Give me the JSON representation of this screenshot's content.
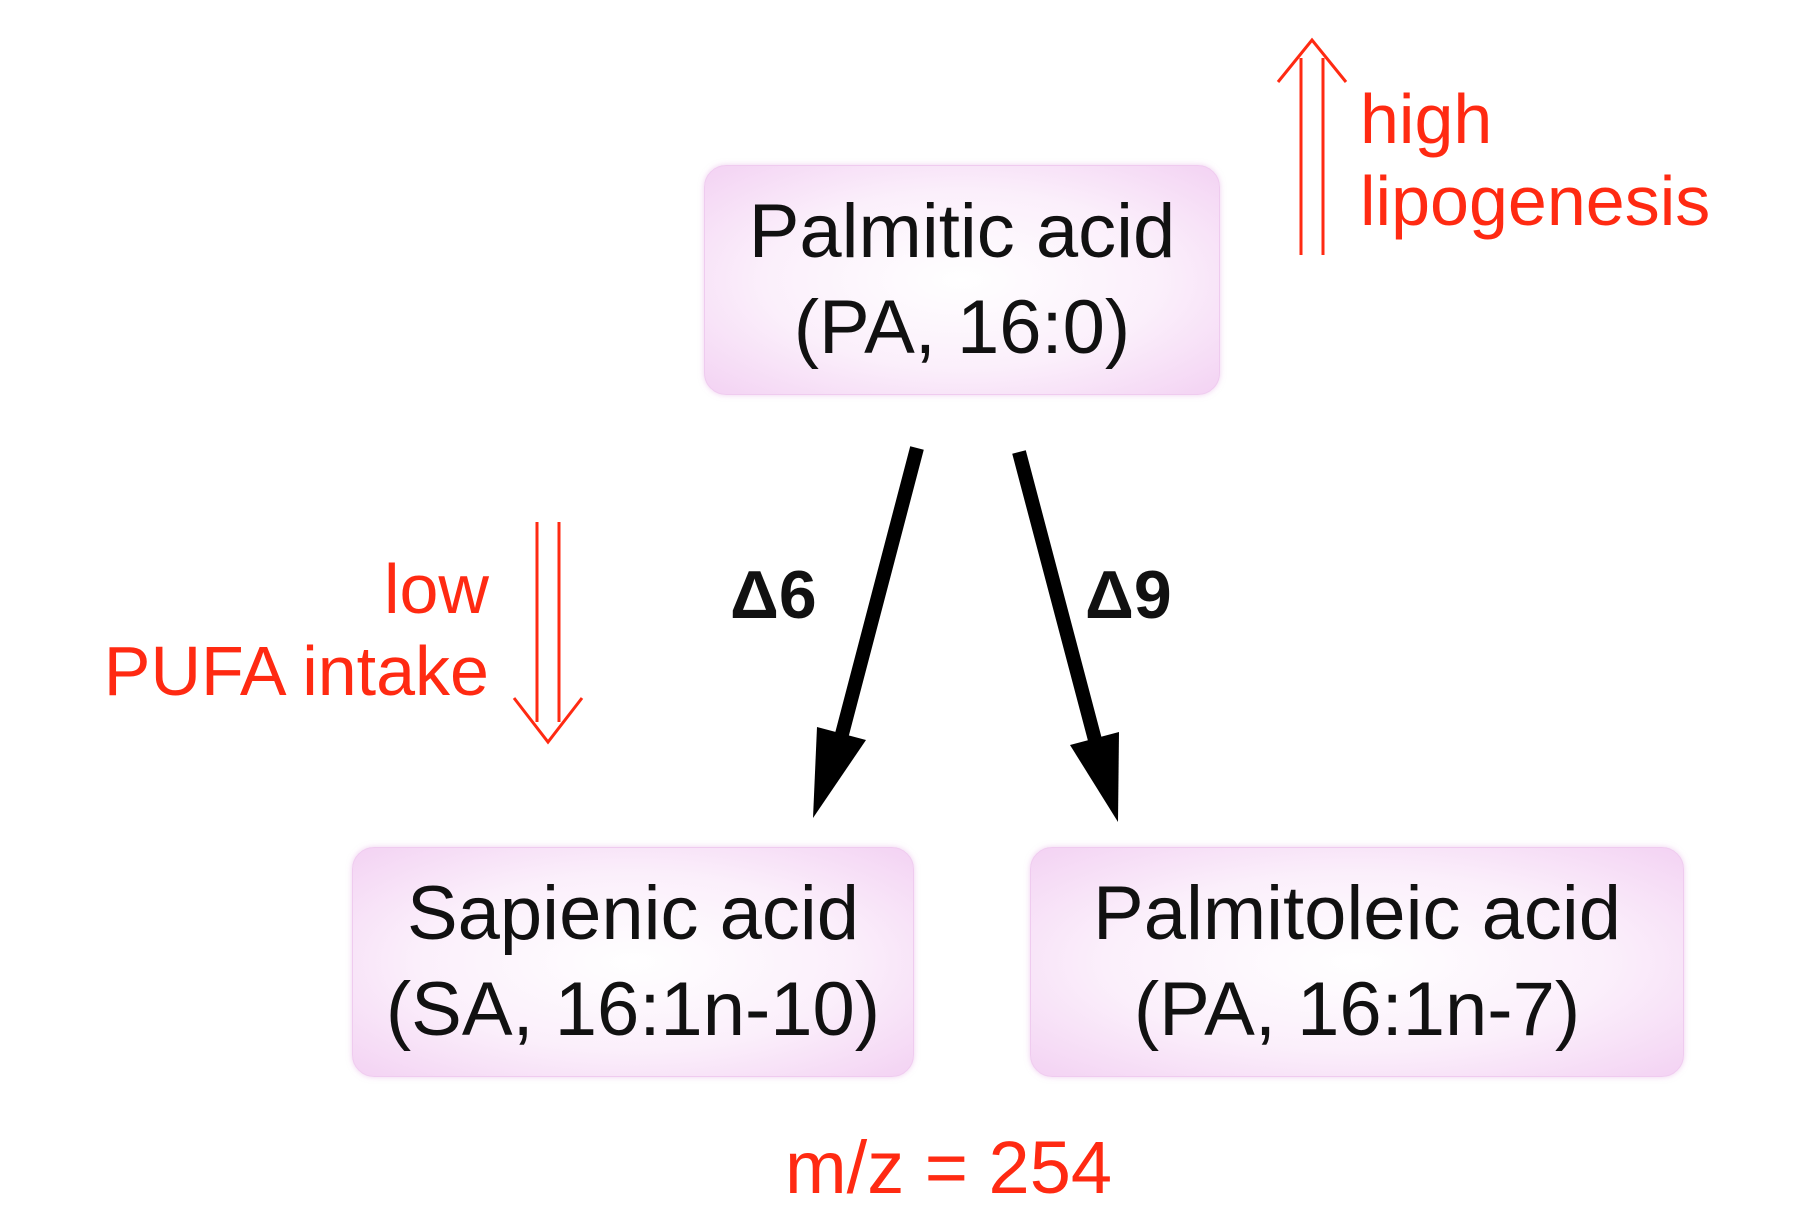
{
  "nodes": {
    "palmitic": {
      "name": "Palmitic acid",
      "detail": "(PA, 16:0)"
    },
    "sapienic": {
      "name": "Sapienic acid",
      "detail": "(SA, 16:1n-10)"
    },
    "palmitoleic": {
      "name": "Palmitoleic acid",
      "detail": "(PA, 16:1n-7)"
    }
  },
  "edges": {
    "delta6": {
      "label": "Δ6",
      "from": "Palmitic acid",
      "to": "Sapienic acid"
    },
    "delta9": {
      "label": "Δ9",
      "from": "Palmitic acid",
      "to": "Palmitoleic acid"
    }
  },
  "annotations": {
    "high_lipogenesis": {
      "line1": "high",
      "line2": "lipogenesis",
      "direction": "up"
    },
    "low_pufa": {
      "line1": "low",
      "line2": "PUFA intake",
      "direction": "down"
    },
    "mass": "m/z = 254"
  },
  "colors": {
    "annotation": "#ff2a12",
    "arrow": "#000000",
    "node_fill": "#f3d2f3",
    "text": "#111111"
  }
}
